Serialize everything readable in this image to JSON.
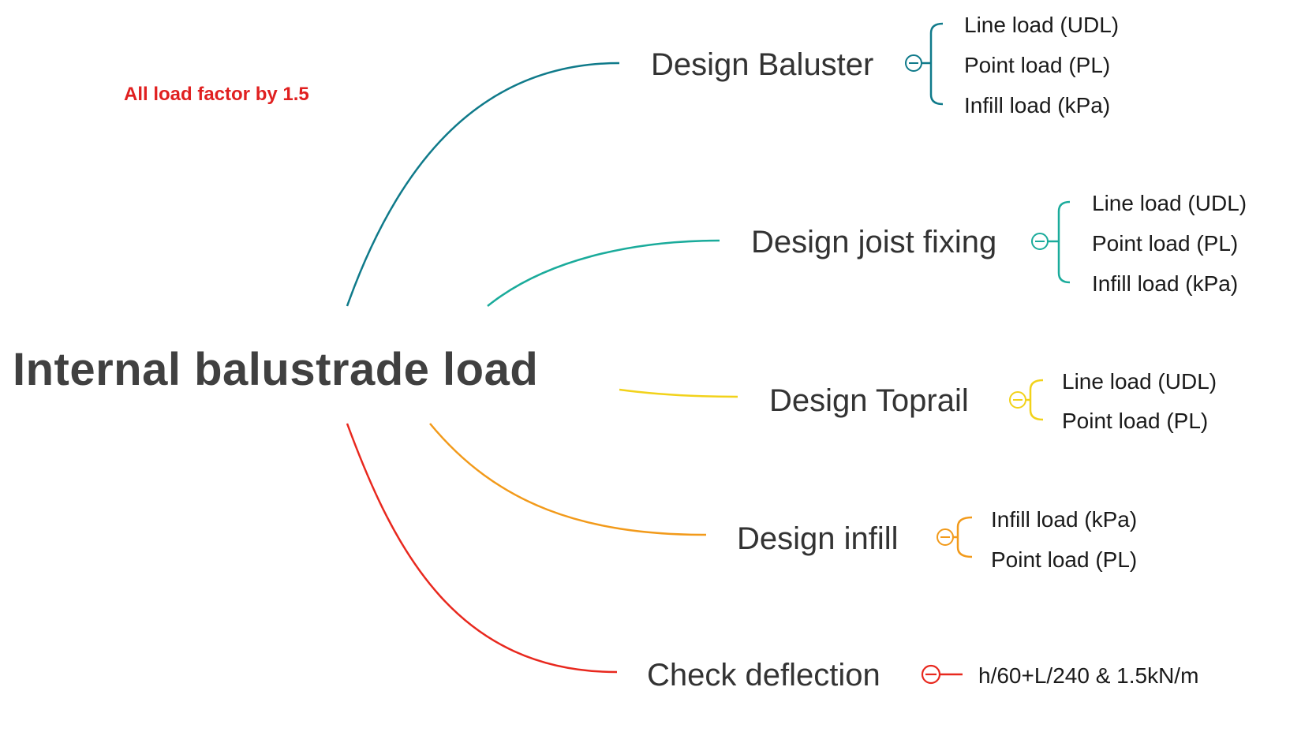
{
  "central_topic": "Internal balustrade load",
  "note": {
    "text": "All load factor by 1.5",
    "color": "#e02020"
  },
  "branches": [
    {
      "label": "Design Baluster",
      "color": "#0f7a8a",
      "children": [
        "Line load (UDL)",
        "Point load (PL)",
        "Infill load (kPa)"
      ]
    },
    {
      "label": "Design joist fixing",
      "color": "#1aab9b",
      "children": [
        "Line load (UDL)",
        "Point load (PL)",
        "Infill load (kPa)"
      ]
    },
    {
      "label": "Design Toprail",
      "color": "#f2d21a",
      "children": [
        "Line load (UDL)",
        "Point load (PL)"
      ]
    },
    {
      "label": "Design infill",
      "color": "#f29a1a",
      "children": [
        "Infill load (kPa)",
        "Point load (PL)"
      ]
    },
    {
      "label": "Check deflection",
      "color": "#e8281e",
      "children": [
        "h/60+L/240 & 1.5kN/m"
      ]
    }
  ],
  "icons": {
    "collapse": "collapse-minus-icon"
  }
}
